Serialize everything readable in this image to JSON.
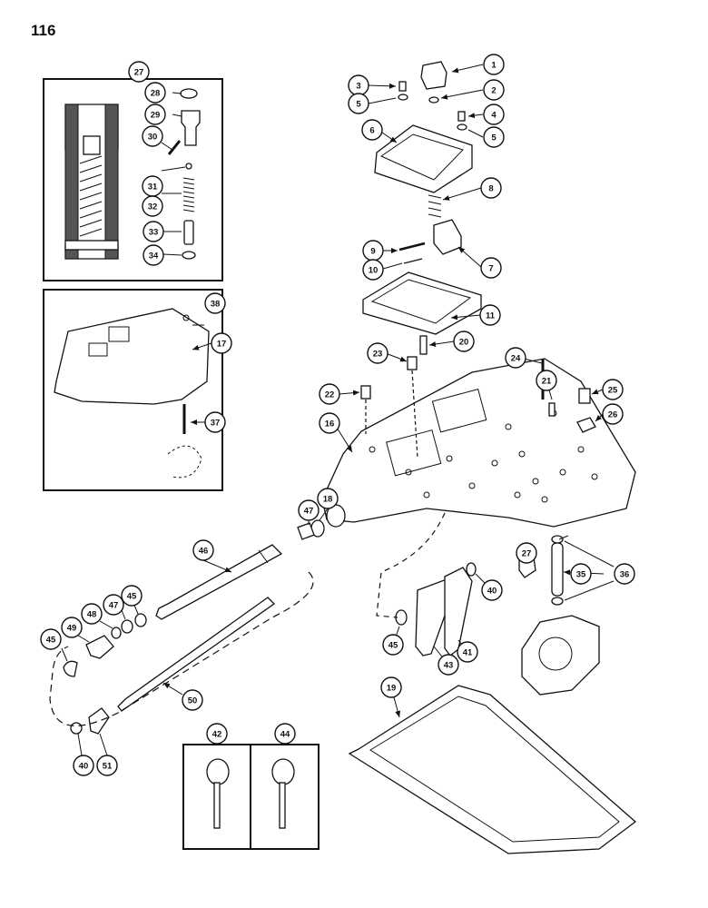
{
  "page": {
    "number": "116"
  },
  "callouts": [
    "1",
    "2",
    "3",
    "4",
    "5",
    "5",
    "6",
    "7",
    "8",
    "9",
    "10",
    "11",
    "16",
    "17",
    "18",
    "19",
    "20",
    "21",
    "22",
    "23",
    "24",
    "25",
    "26",
    "27",
    "27",
    "28",
    "29",
    "30",
    "31",
    "32",
    "33",
    "34",
    "35",
    "36",
    "37",
    "38",
    "40",
    "40",
    "41",
    "42",
    "43",
    "44",
    "45",
    "45",
    "45",
    "46",
    "47",
    "47",
    "48",
    "49",
    "50",
    "51"
  ]
}
